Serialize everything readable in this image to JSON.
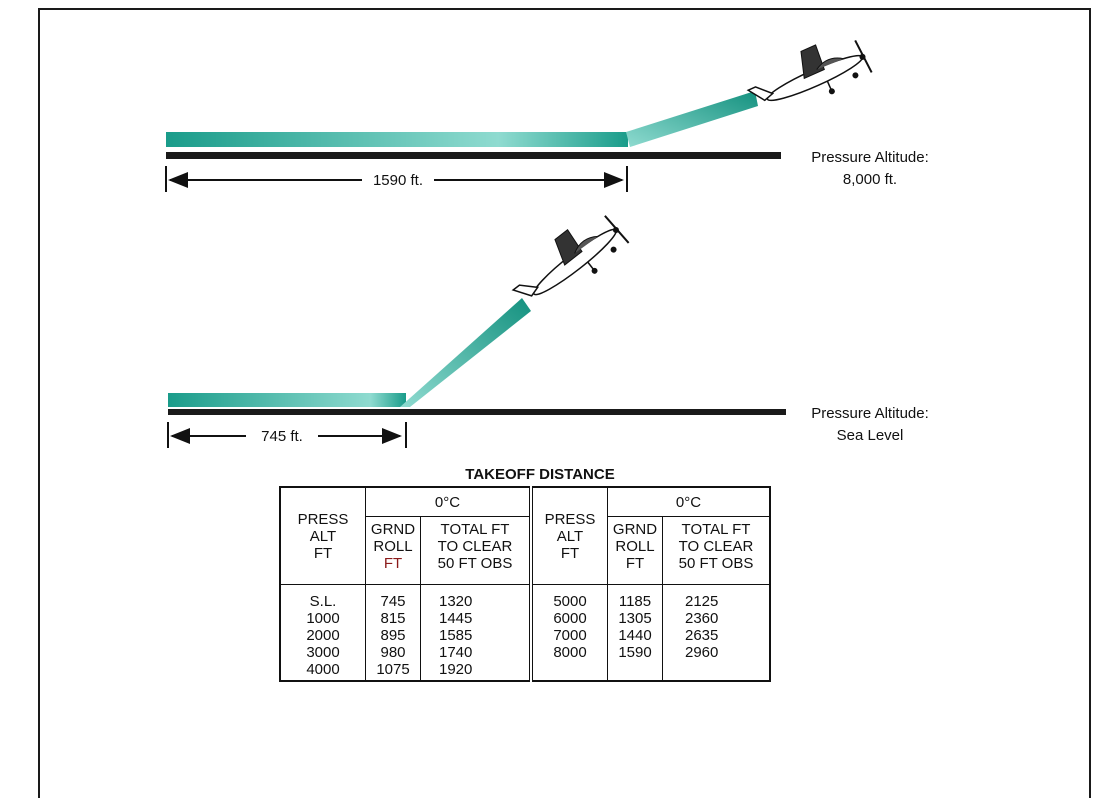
{
  "top_scenario": {
    "distance_label": "1590 ft.",
    "altitude_label_line1": "Pressure Altitude:",
    "altitude_label_line2": "8,000 ft."
  },
  "bottom_scenario": {
    "distance_label": "745 ft.",
    "altitude_label_line1": "Pressure Altitude:",
    "altitude_label_line2": "Sea Level"
  },
  "table": {
    "title": "TAKEOFF DISTANCE",
    "col_press_alt": [
      "PRESS",
      "ALT",
      "FT"
    ],
    "temp_header": "0°C",
    "col_grnd_roll": [
      "GRND",
      "ROLL",
      "FT"
    ],
    "col_total": [
      "TOTAL FT",
      "TO CLEAR",
      "50 FT OBS"
    ],
    "left_rows": [
      {
        "alt": "S.L.",
        "roll": "745",
        "total": "1320"
      },
      {
        "alt": "1000",
        "roll": "815",
        "total": "1445"
      },
      {
        "alt": "2000",
        "roll": "895",
        "total": "1585"
      },
      {
        "alt": "3000",
        "roll": "980",
        "total": "1740"
      },
      {
        "alt": "4000",
        "roll": "1075",
        "total": "1920"
      }
    ],
    "right_rows": [
      {
        "alt": "5000",
        "roll": "1185",
        "total": "2125"
      },
      {
        "alt": "6000",
        "roll": "1305",
        "total": "2360"
      },
      {
        "alt": "7000",
        "roll": "1440",
        "total": "2635"
      },
      {
        "alt": "8000",
        "roll": "1590",
        "total": "2960"
      }
    ]
  },
  "colors": {
    "runway_gradient_start": "#1a9c8a",
    "runway_gradient_mid": "#7fd2c4",
    "runway_gradient_end": "#14917f",
    "ground_line": "#1a1a1a"
  }
}
